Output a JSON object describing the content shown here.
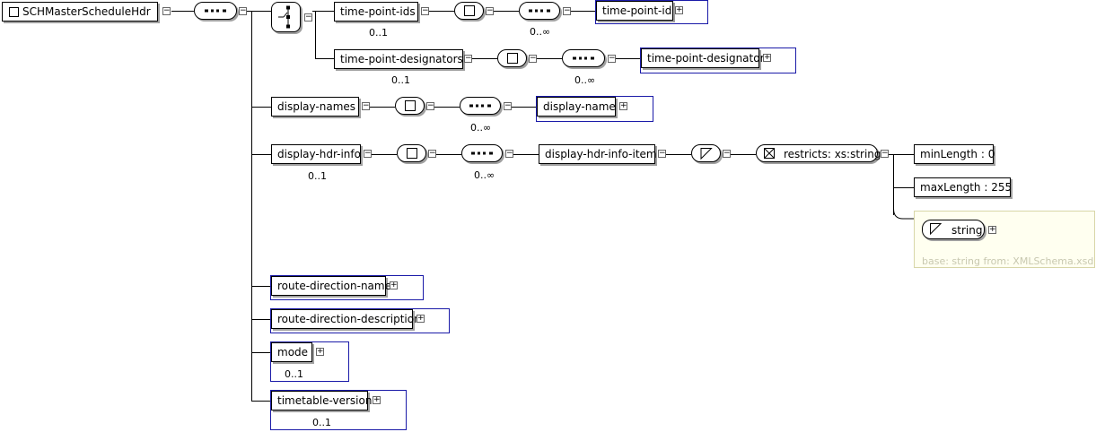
{
  "root": {
    "label": "SCHMasterScheduleHdr"
  },
  "time_point_ids": {
    "label": "time-point-ids",
    "occurs": "0..1"
  },
  "time_point_id": {
    "label": "time-point-id",
    "occurs": "0..∞"
  },
  "time_point_designators": {
    "label": "time-point-designators",
    "occurs": "0..1"
  },
  "time_point_designator": {
    "label": "time-point-designator",
    "occurs": "0..∞"
  },
  "display_names": {
    "label": "display-names"
  },
  "display_name": {
    "label": "display-name",
    "occurs": "0..∞"
  },
  "display_hdr_info": {
    "label": "display-hdr-info",
    "occurs": "0..1"
  },
  "display_hdr_info_item": {
    "label": "display-hdr-info-item",
    "occurs": "0..∞"
  },
  "restriction": {
    "label": "restricts: xs:string"
  },
  "facets": {
    "min_length": "minLength : 0",
    "max_length": "maxLength : 255"
  },
  "base_type": {
    "label": "string",
    "note": "base: string from: XMLSchema.xsd"
  },
  "route_direction_name": {
    "label": "route-direction-name"
  },
  "route_direction_description": {
    "label": "route-direction-description"
  },
  "mode": {
    "label": "mode",
    "occurs": "0..1"
  },
  "timetable_version": {
    "label": "timetable-version",
    "occurs": "0..1"
  }
}
